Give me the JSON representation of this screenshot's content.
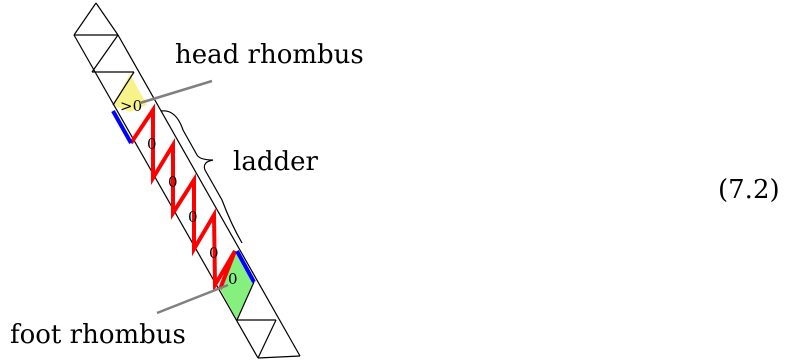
{
  "figure": {
    "labels": {
      "head": "head rhombus",
      "ladder": "ladder",
      "foot": "foot rhombus",
      "equation_number": "(7.2)"
    },
    "rung_marks": {
      "head": ">0",
      "ladder": [
        "0",
        "0",
        "0",
        "0",
        "0"
      ]
    },
    "colors": {
      "head_fill": "#f7f38a",
      "foot_fill": "#86f07f",
      "ladder_edge": "#ff0000",
      "boundary_edge": "#0000ff",
      "leader_line": "#808080"
    }
  }
}
